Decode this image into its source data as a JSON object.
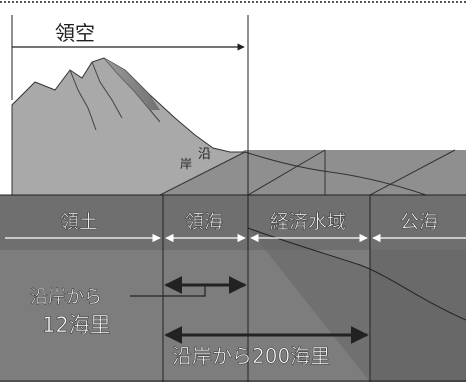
{
  "labels": {
    "territorial_airspace": "領空",
    "coast": "沿",
    "shore": "岸",
    "land_territory": "領土",
    "territorial_sea": "領海",
    "eez": "経済水域",
    "high_seas": "公海",
    "twelve_nm_line1": "沿岸から",
    "twelve_nm_line2": "12海里",
    "two_hundred_nm": "沿岸から200海里"
  },
  "colors": {
    "sky": "#ffffff",
    "mountain": "#a8a8a8",
    "mountain_shadow": "#7a7a7a",
    "sea_upper": "#909090",
    "band": "#6f6f6f",
    "below": "#7d7d7d",
    "seabed_dark": "#5e5e5e",
    "line": "#222222",
    "white_text": "#ffffff"
  }
}
